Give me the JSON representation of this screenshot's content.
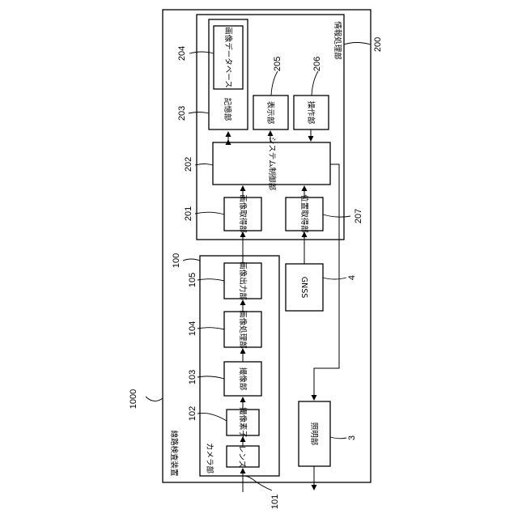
{
  "labels": {
    "system_name": "線路検査装置",
    "camera_unit": "カメラ部",
    "lens": "レンズ",
    "image_sensor": "撮像素子",
    "imaging_unit": "撮像部",
    "image_processing_unit": "画像処理部",
    "image_output_unit": "画像出力部",
    "gnss": "GNSS",
    "lighting_unit": "照明部",
    "info_processing_unit": "情報処理部",
    "image_acquisition_unit": "画像取得部",
    "position_acquisition_unit": "位置取得部",
    "system_control_unit": "システム制御部",
    "storage_unit": "記憶部",
    "image_database": "画像データベース",
    "display_unit": "表示部",
    "operation_unit": "操作部"
  },
  "refs": {
    "r1000": "1000",
    "r100": "100",
    "r101": "101",
    "r102": "102",
    "r103": "103",
    "r104": "104",
    "r105": "105",
    "r200": "200",
    "r201": "201",
    "r202": "202",
    "r203": "203",
    "r204": "204",
    "r205": "205",
    "r206": "206",
    "r207": "207",
    "r3": "3",
    "r4": "4"
  }
}
